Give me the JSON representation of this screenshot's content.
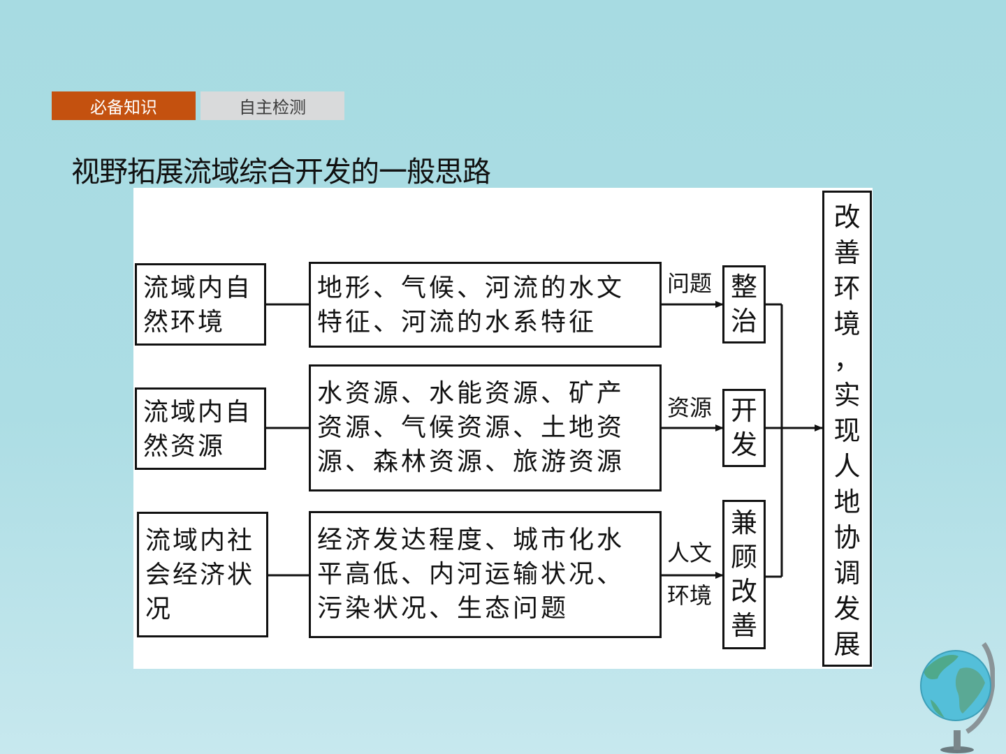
{
  "tabs": {
    "active_label": "必备知识",
    "inactive_label": "自主检测"
  },
  "page_title": "视野拓展流域综合开发的一般思路",
  "diagram": {
    "left_boxes": [
      "流域内自\n然环境",
      "流域内自\n然资源",
      "流域内社\n会经济状\n况"
    ],
    "middle_boxes": [
      "地形、气候、河流的水文\n特征、河流的水系特征",
      "水资源、水能资源、矿产\n资源、气候资源、土地资\n源、森林资源、旅游资源",
      "经济发达程度、城市化水\n平高低、内河运输状况、\n污染状况、生态问题"
    ],
    "arrow_labels": [
      "问题",
      "资源",
      "人文",
      "环境"
    ],
    "action_boxes": [
      "整\n治",
      "开\n发",
      "兼\n顾\n改\n善"
    ],
    "goal_box": "改\n善\n环\n境\n，\n实\n现\n人\n地\n协\n调\n发\n展"
  },
  "colors": {
    "tab_active": "#c4510f",
    "tab_inactive": "#d9dadb",
    "background": "#a7dbe2"
  },
  "icons": [
    "globe-icon"
  ]
}
